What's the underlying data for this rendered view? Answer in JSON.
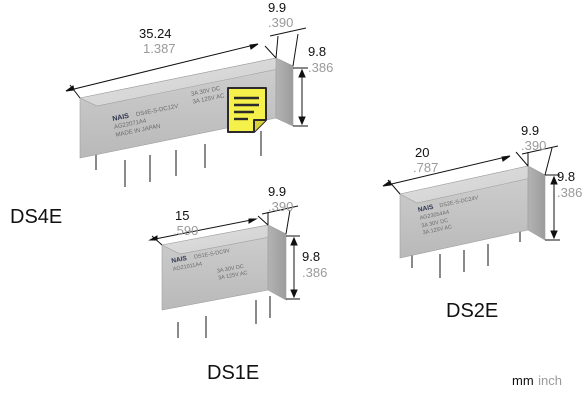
{
  "relays": [
    {
      "model": "DS4E",
      "length_mm": "35.24",
      "length_in": "1.387",
      "width_mm": "9.9",
      "width_in": ".390",
      "height_mm": "9.8",
      "height_in": ".386"
    },
    {
      "model": "DS1E",
      "length_mm": "15",
      "length_in": ".590",
      "width_mm": "9.9",
      "width_in": ".390",
      "height_mm": "9.8",
      "height_in": ".386"
    },
    {
      "model": "DS2E",
      "length_mm": "20",
      "length_in": ".787",
      "width_mm": "9.9",
      "width_in": ".390",
      "height_mm": "9.8",
      "height_in": ".386"
    }
  ],
  "units": {
    "mm": "mm",
    "inch": "inch"
  },
  "colors": {
    "top_face": "#d7d7d7",
    "front_face": "#c4c4c4",
    "side_face": "#a9a9a9",
    "imperial_text": "#9a9a9a",
    "note_fill": "#f5f04a"
  },
  "icons": {
    "note": "document-note-icon"
  }
}
